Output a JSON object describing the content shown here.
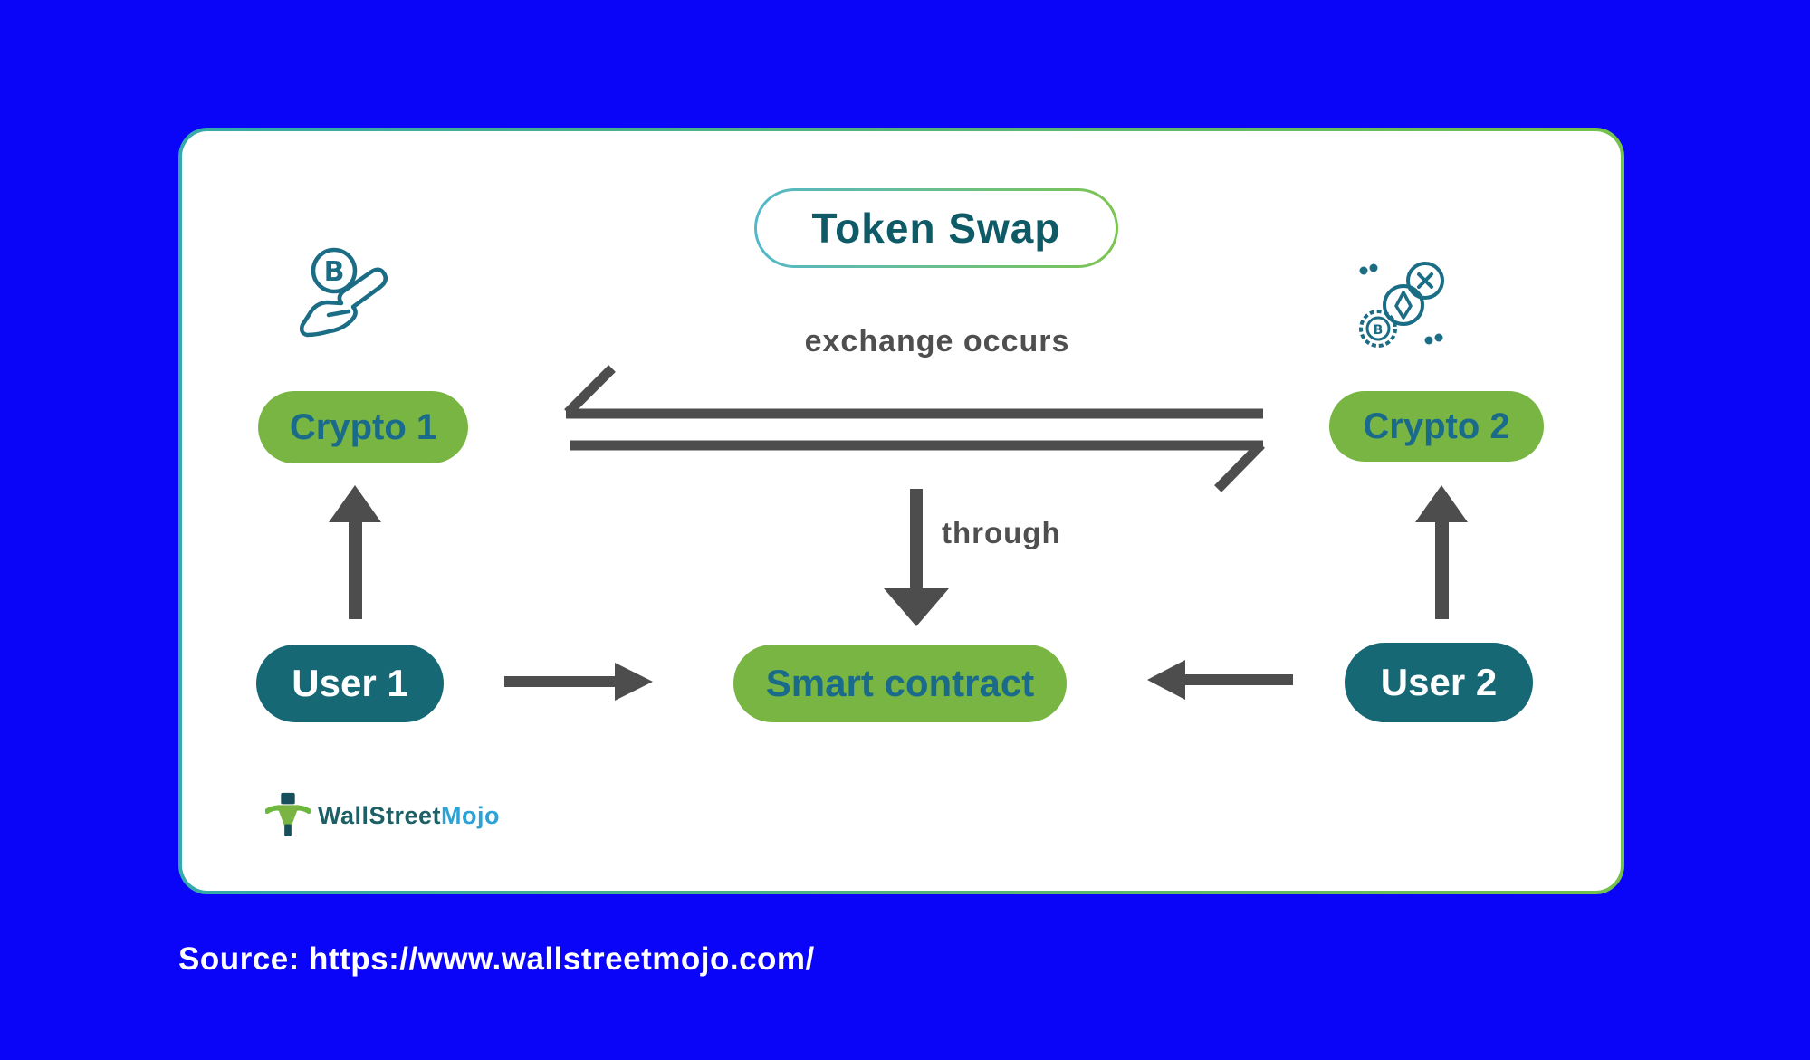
{
  "page": {
    "background_color": "#0a04f8",
    "source": "Source: https://www.wallstreetmojo.com/"
  },
  "diagram": {
    "title": "Token Swap",
    "labels": {
      "exchange": "exchange occurs",
      "through": "through"
    },
    "nodes": {
      "crypto1": "Crypto 1",
      "crypto2": "Crypto 2",
      "user1": "User 1",
      "user2": "User 2",
      "smart_contract": "Smart contract"
    },
    "icons": {
      "crypto1": "hand-holding-bitcoin-icon",
      "crypto2": "crypto-coins-icon",
      "logo": "wallstreetmojo-bull-icon"
    },
    "colors": {
      "card_border_start": "#35a9ab",
      "card_border_end": "#74c24c",
      "pill_green": "#79b543",
      "pill_teal": "#176875",
      "node_text_teal": "#1a6a8c",
      "title_text_teal": "#0e5a66",
      "arrow_gray": "#4d4d4d",
      "label_gray": "#4f4f4f",
      "icon_teal": "#1b6d85"
    }
  },
  "logo": {
    "text_primary": "WallStreet",
    "text_secondary": "Mojo"
  }
}
